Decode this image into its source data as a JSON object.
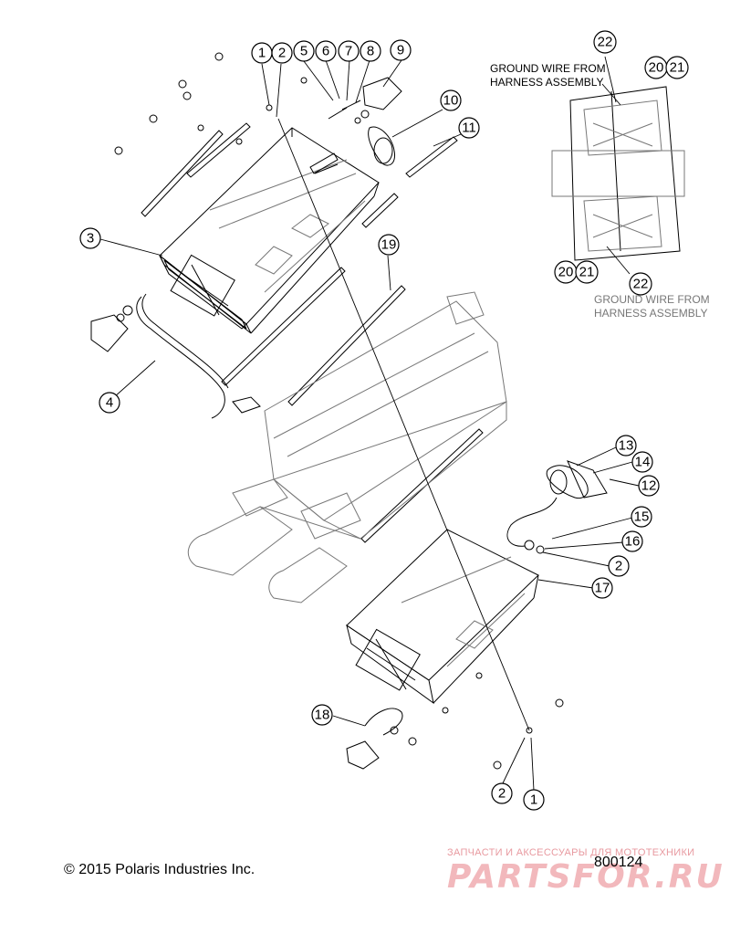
{
  "callouts": [
    {
      "id": "c1a",
      "label": "1"
    },
    {
      "id": "c2a",
      "label": "2"
    },
    {
      "id": "c5",
      "label": "5"
    },
    {
      "id": "c6",
      "label": "6"
    },
    {
      "id": "c7",
      "label": "7"
    },
    {
      "id": "c8",
      "label": "8"
    },
    {
      "id": "c9",
      "label": "9"
    },
    {
      "id": "c10",
      "label": "10"
    },
    {
      "id": "c11",
      "label": "11"
    },
    {
      "id": "c3",
      "label": "3"
    },
    {
      "id": "c19",
      "label": "19"
    },
    {
      "id": "c4",
      "label": "4"
    },
    {
      "id": "c13",
      "label": "13"
    },
    {
      "id": "c14",
      "label": "14"
    },
    {
      "id": "c12",
      "label": "12"
    },
    {
      "id": "c15",
      "label": "15"
    },
    {
      "id": "c16",
      "label": "16"
    },
    {
      "id": "c2b",
      "label": "2"
    },
    {
      "id": "c17",
      "label": "17"
    },
    {
      "id": "c18",
      "label": "18"
    },
    {
      "id": "c2c",
      "label": "2"
    },
    {
      "id": "c1b",
      "label": "1"
    },
    {
      "id": "c22",
      "label": "22"
    },
    {
      "id": "c20a",
      "label": "20"
    },
    {
      "id": "c21a",
      "label": "21"
    },
    {
      "id": "c20b",
      "label": "20"
    },
    {
      "id": "c21b",
      "label": "21"
    },
    {
      "id": "c22b",
      "label": "22"
    }
  ],
  "notes": {
    "ground_top_line1": "GROUND WIRE FROM",
    "ground_top_line2": "HARNESS ASSEMBLY",
    "ground_bottom_line1": "GROUND WIRE FROM",
    "ground_bottom_line2": "HARNESS ASSEMBLY"
  },
  "footer": {
    "copyright": "© 2015 Polaris Industries Inc.",
    "diagram_number": "800124"
  },
  "watermark": {
    "caption": "ЗАПЧАСТИ И АКСЕССУАРЫ ДЛЯ МОТОТЕХНИКИ",
    "logo": "PARTSFOR.RU"
  }
}
